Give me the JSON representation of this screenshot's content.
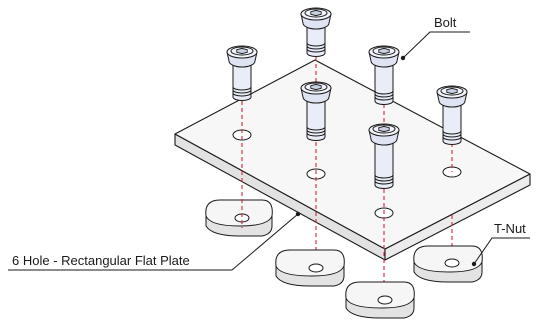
{
  "labels": {
    "bolt": "Bolt",
    "tnut": "T-Nut",
    "plate": "6 Hole - Rectangular Flat Plate"
  },
  "colors": {
    "axis": "#d6243a",
    "bolt_fill": "#e9edf7",
    "plate_fill": "#f7f7f7"
  }
}
